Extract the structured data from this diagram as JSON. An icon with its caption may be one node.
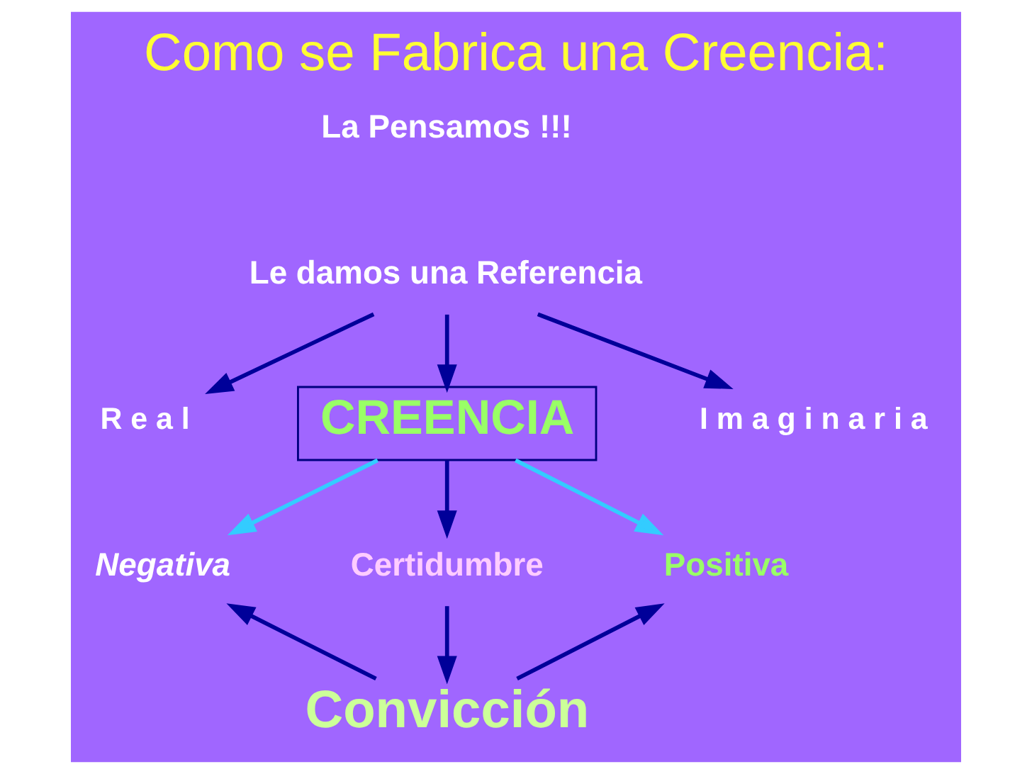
{
  "diagram": {
    "title": "Como se Fabrica una Creencia:",
    "nodes": [
      {
        "text": [
          "Le damos una Referencia"
        ]
      },
      {
        "text": [
          "R e a l"
        ]
      },
      {
        "text": [
          "I m a g i n a r i a"
        ]
      },
      {
        "text": [
          "CREENCIA"
        ]
      },
      {
        "text": [
          "Negativa"
        ]
      },
      {
        "text": [
          "Positiva"
        ]
      },
      {
        "text": [
          "Certidumbre"
        ]
      },
      {
        "text": [
          "Convicción"
        ]
      }
    ],
    "edges": [
      {
        "from": 0,
        "to": 1,
        "arrow": "to"
      },
      {
        "from": 0,
        "to": 3,
        "arrow": "to"
      },
      {
        "from": 0,
        "to": 2,
        "arrow": "to"
      },
      {
        "from": 3,
        "to": 4,
        "arrow": "to",
        "color": "#33ccff"
      },
      {
        "from": 3,
        "to": 5,
        "arrow": "to",
        "color": "#33ccff"
      },
      {
        "from": 3,
        "to": 6,
        "arrow": "to"
      },
      {
        "from": 6,
        "to": 7,
        "arrow": "to"
      },
      {
        "from": 7,
        "to": 4,
        "arrow": "to"
      },
      {
        "from": 7,
        "to": 5,
        "arrow": "to"
      }
    ],
    "labels": [
      "La Pensamos !!!"
    ]
  }
}
